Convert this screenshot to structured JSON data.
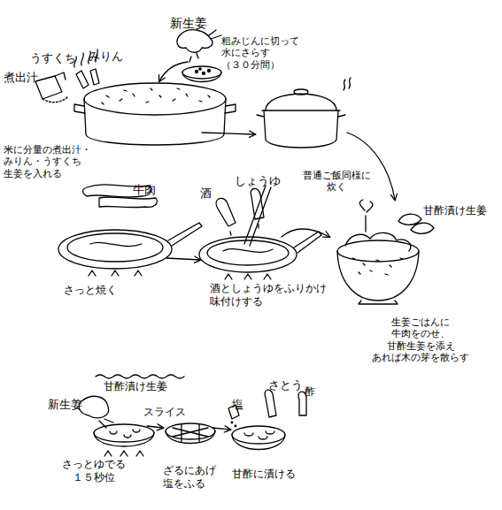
{
  "diagram": {
    "labels": [
      "新生姜",
      "うすくち",
      "みりん",
      "煮出汁",
      "粗みじんに切って 水にさらす （３０分間）",
      "米に分量の煮出汁・みりん・うすくち 生姜を入れる",
      "牛肉",
      "酒",
      "しょうゆ",
      "普通ご飯同様に 炊く",
      "甘酢漬け生姜",
      "さっと焼く",
      "酒としょうゆをふりかけ 味付けする",
      "生姜ごはんに 牛肉をのせ、甘酢生姜を添え あれば木の芽を散らす",
      "甘酢漬け生姜",
      "新生姜",
      "スライス",
      "塩",
      "さとう",
      "酢",
      "さっとゆでる １５秒位",
      "ざるにあげ 塩をふる",
      "甘酢に漬ける"
    ]
  }
}
